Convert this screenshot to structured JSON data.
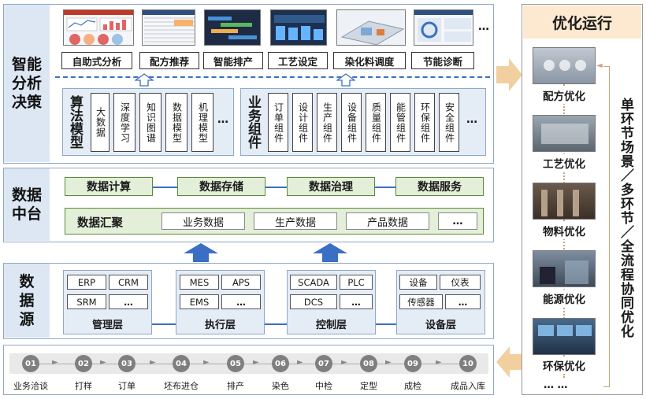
{
  "decision": {
    "label": "智能分析决策",
    "modules": [
      "自助式分析",
      "配方推荐",
      "智能排产",
      "工艺设定",
      "染化料调度",
      "节能诊断"
    ],
    "modules_more": "…",
    "algo": {
      "title": "算法模型",
      "items": [
        "大数据",
        "深度学习",
        "知识图谱",
        "数据模型",
        "机理模型"
      ],
      "more": "…"
    },
    "biz": {
      "title": "业务组件",
      "items": [
        "订单组件",
        "设计组件",
        "生产组件",
        "设备组件",
        "质量组件",
        "能管组件",
        "环保组件",
        "安全组件"
      ],
      "more": "…"
    }
  },
  "platform": {
    "label": "数据中台",
    "row1": [
      "数据计算",
      "数据存储",
      "数据治理",
      "数据服务"
    ],
    "gather": "数据汇聚",
    "row2": [
      "业务数据",
      "生产数据",
      "产品数据"
    ],
    "more": "…"
  },
  "sources": {
    "label": "数据源",
    "groups": [
      {
        "name": "管理层",
        "items": [
          "ERP",
          "CRM",
          "SRM",
          "…"
        ]
      },
      {
        "name": "执行层",
        "items": [
          "MES",
          "APS",
          "EMS",
          "…"
        ]
      },
      {
        "name": "控制层",
        "items": [
          "SCADA",
          "PLC",
          "DCS",
          "…"
        ]
      },
      {
        "name": "设备层",
        "items": [
          "设备",
          "仪表",
          "传感器",
          "…"
        ]
      }
    ]
  },
  "process": {
    "steps": [
      {
        "num": "01",
        "label": "业务洽谈"
      },
      {
        "num": "02",
        "label": "打样"
      },
      {
        "num": "03",
        "label": "订单"
      },
      {
        "num": "04",
        "label": "坯布进仓"
      },
      {
        "num": "05",
        "label": "排产"
      },
      {
        "num": "06",
        "label": "染色"
      },
      {
        "num": "07",
        "label": "中检"
      },
      {
        "num": "08",
        "label": "定型"
      },
      {
        "num": "09",
        "label": "成检"
      },
      {
        "num": "10",
        "label": "成品入库"
      }
    ]
  },
  "optimize": {
    "title": "优化运行",
    "items": [
      "配方优化",
      "工艺优化",
      "物料优化",
      "能源优化",
      "环保优化"
    ],
    "more": "… …",
    "side_text": "单环节场景／多环节／全流程协同优化"
  },
  "colors": {
    "accent_blue": "#3a6fc4",
    "label_bg": "#dde7f3",
    "group_bg": "#e4ecf6",
    "green_box": "#e3efd8",
    "arrow_tan": "#f2cf9f",
    "optimize_header": "#fde9d0"
  }
}
